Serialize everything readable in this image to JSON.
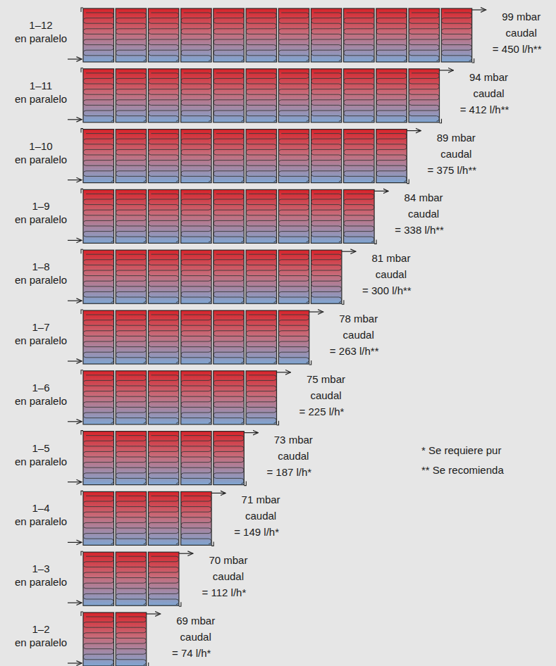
{
  "diagram": {
    "labels": [
      "1–12",
      "en paralelo",
      "99 mbar",
      "caudal",
      "= 450 l/h**",
      "1–11",
      "en paralelo",
      "94 mbar",
      "caudal",
      "= 412 l/h**",
      "1–10",
      "en paralelo",
      "89 mbar",
      "caudal",
      "= 375 l/h**",
      "1–9",
      "en paralelo",
      "84 mbar",
      "caudal",
      "= 338 l/h**",
      "1–8",
      "en paralelo",
      "81 mbar",
      "caudal",
      "= 300 l/h**",
      "1–7",
      "en paralelo",
      "78 mbar",
      "caudal",
      "= 263 l/h**",
      "1–6",
      "en paralelo",
      "75 mbar",
      "caudal",
      "= 225 l/h*",
      "1–5",
      "en paralelo",
      "73 mbar",
      "caudal",
      "= 187 l/h*",
      "1–4",
      "en paralelo",
      "71 mbar",
      "caudal",
      "= 149 l/h*",
      "1–3",
      "en paralelo",
      "70 mbar",
      "caudal",
      "= 112 l/h*",
      "1–2",
      "en paralelo",
      "69 mbar",
      "caudal",
      "= 74 l/h*",
      "*  Se requiere pur",
      "** Se recomienda"
    ]
  }
}
